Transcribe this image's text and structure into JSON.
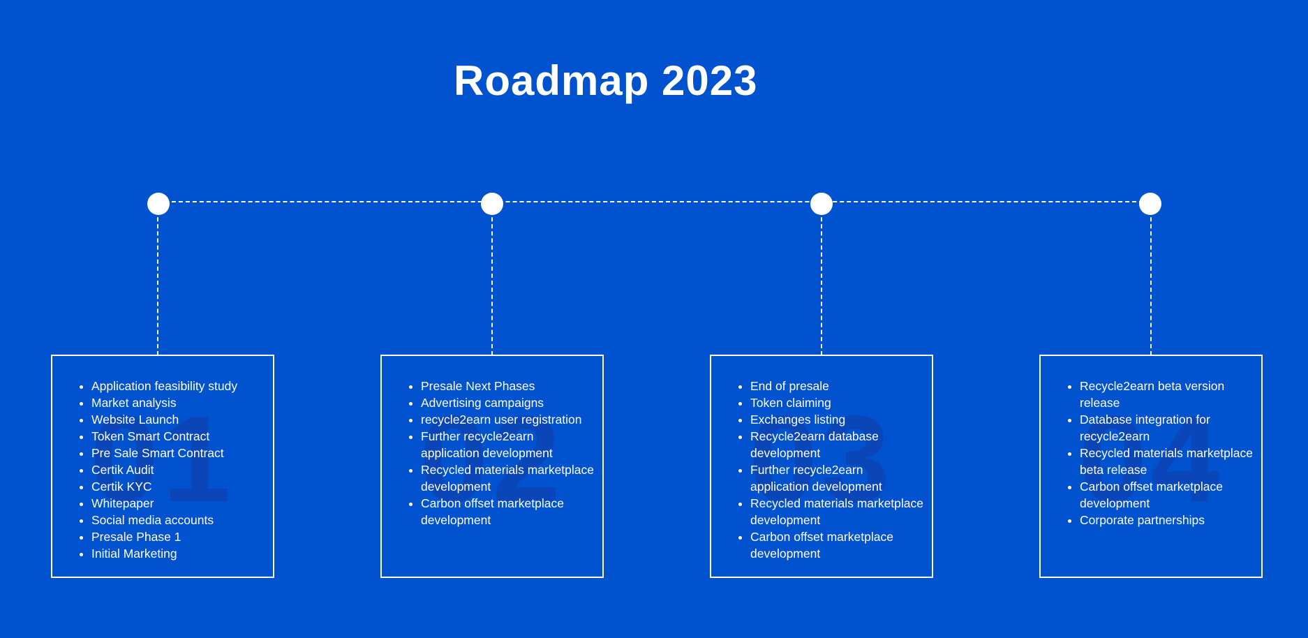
{
  "title": "Roadmap 2023",
  "colors": {
    "background": "#0052cf",
    "foreground": "#ffffff",
    "phase_number": "#0a46b8"
  },
  "phases": [
    {
      "number": "01",
      "items": [
        "Application feasibility study",
        "Market analysis",
        "Website Launch",
        "Token Smart Contract",
        "Pre Sale Smart Contract",
        "Certik Audit",
        "Certik KYC",
        "Whitepaper",
        "Social media accounts",
        "Presale Phase 1",
        "Initial Marketing"
      ]
    },
    {
      "number": "02",
      "items": [
        "Presale Next Phases",
        "Advertising campaigns",
        "recycle2earn user registration",
        "Further recycle2earn application development",
        "Recycled materials marketplace development",
        "Carbon offset marketplace development"
      ]
    },
    {
      "number": "03",
      "items": [
        "End of presale",
        "Token claiming",
        "Exchanges listing",
        "Recycle2earn database development",
        "Further recycle2earn application development",
        "Recycled materials marketplace development",
        "Carbon offset marketplace development"
      ]
    },
    {
      "number": "04",
      "items": [
        "Recycle2earn beta version release",
        "Database integration for recycle2earn",
        "Recycled materials marketplace beta release",
        "Carbon offset marketplace development",
        "Corporate partnerships"
      ]
    }
  ]
}
